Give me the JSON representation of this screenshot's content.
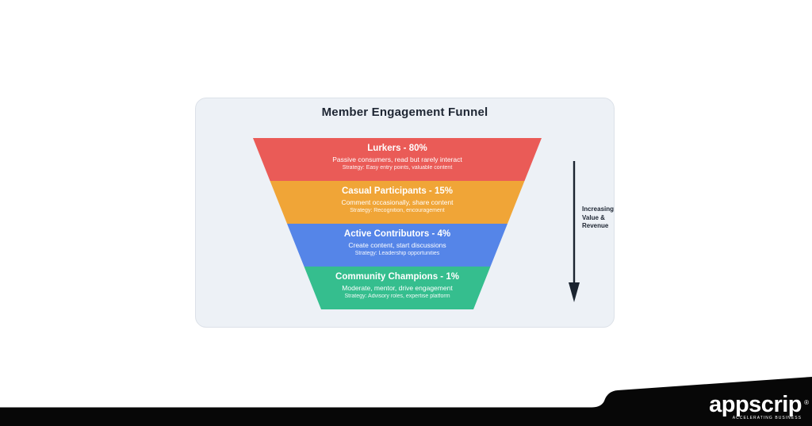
{
  "card": {
    "title": "Member Engagement Funnel",
    "background_color": "#EDF1F6",
    "border_color": "#DCE1E8"
  },
  "segments": [
    {
      "title": "Lurkers - 80%",
      "description": "Passive consumers, read but rarely interact",
      "strategy": "Strategy: Easy entry points, valuable content",
      "color": "#EA5B57"
    },
    {
      "title": "Casual Participants - 15%",
      "description": "Comment occasionally, share content",
      "strategy": "Strategy: Recognition, encouragement",
      "color": "#F0A537"
    },
    {
      "title": "Active Contributors - 4%",
      "description": "Create content, start discussions",
      "strategy": "Strategy: Leadership opportunities",
      "color": "#5585E8"
    },
    {
      "title": "Community Champions - 1%",
      "description": "Moderate, mentor, drive engagement",
      "strategy": "Strategy: Advisory roles, expertise platform",
      "color": "#35BE8E"
    }
  ],
  "arrow": {
    "lines": [
      "Increasing",
      "Value &",
      "Revenue"
    ],
    "color": "#1B2430"
  },
  "footer": {
    "brand": "appscrip",
    "registered": "®",
    "tagline": "ACCELERATING BUSINESS",
    "banner_color": "#070707"
  }
}
